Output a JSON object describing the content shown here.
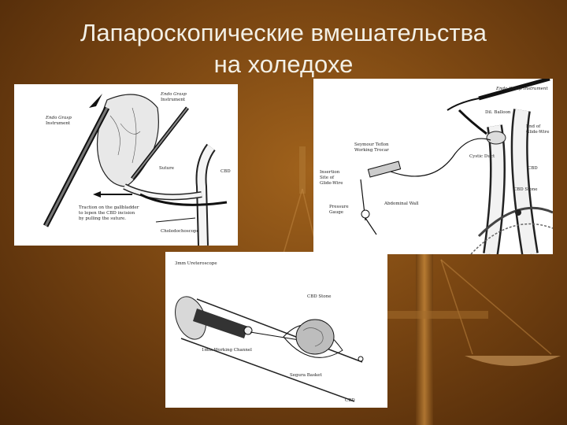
{
  "slide": {
    "title_line1": "Лапароскопические вмешательства",
    "title_line2": "на холедохе"
  },
  "figure1": {
    "labels": {
      "endo_grasp_left": "Endo Grasp",
      "instrument_left": "Instrument",
      "endo_grasp_top": "Endo Grasp",
      "instrument_top": "Instrument",
      "suture": "Suture",
      "cbd": "CBD",
      "traction1": "Traction on the gallbladder",
      "traction2": "to lopen the CBD incision",
      "traction3": "by pulling the suture.",
      "choledochoscope": "Choledochoscope"
    }
  },
  "figure2": {
    "labels": {
      "endo_grasp": "Endo Grasp Instrument",
      "dil_balloon": "Dil. Balloon",
      "end_of": "End of",
      "glide_wire": "Glide-Wire",
      "seymour": "Seymour Teflon",
      "working_trocar": "Working Trocar",
      "cystic_duct": "Cystic Duct",
      "cbd": "CBD",
      "cbd_stone": "CBD Stone",
      "insertion1": "Insertion",
      "insertion2": "Site of",
      "insertion3": "Glide-Wire",
      "abdominal_wall": "Abdominal Wall",
      "pressure1": "Pressure",
      "pressure2": "Gauge"
    }
  },
  "figure3": {
    "labels": {
      "scope": "3mm Ureteroscope",
      "cbd_stone": "CBD Stone",
      "working_channel": "1mm Working Channel",
      "basket": "Segura Basket",
      "cbd": "CBD"
    }
  }
}
